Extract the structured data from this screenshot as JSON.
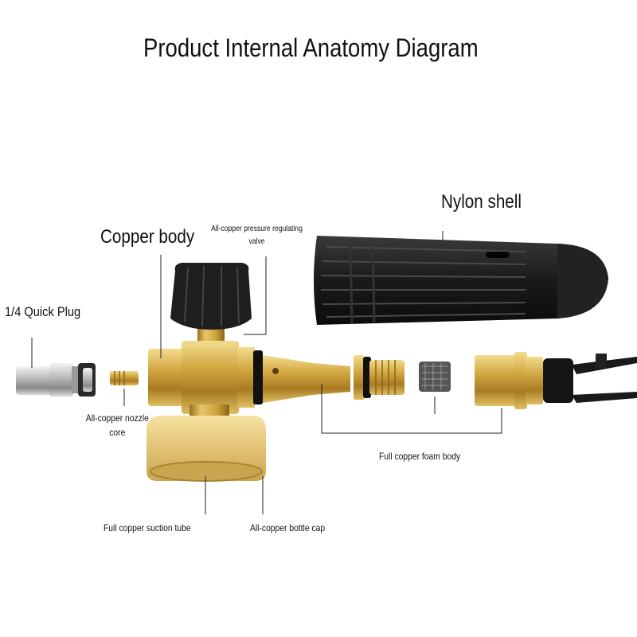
{
  "title": "Product Internal Anatomy Diagram",
  "labels": {
    "nylon_shell": "Nylon shell",
    "copper_body": "Copper body",
    "regulating_valve": "All-copper pressure regulating valve",
    "quick_plug": "1/4 Quick Plug",
    "nozzle_core": "All-copper nozzle core",
    "foam_body": "Full copper foam body",
    "suction_tube": "Full copper suction tube",
    "bottle_cap": "All-copper bottle cap"
  },
  "colors": {
    "brass": "#c9a03a",
    "brass_light": "#ecd07a",
    "brass_dark": "#8a6418",
    "nylon": "#1c1c1c",
    "chrome": "#c8c8c8",
    "leader": "#222222"
  }
}
